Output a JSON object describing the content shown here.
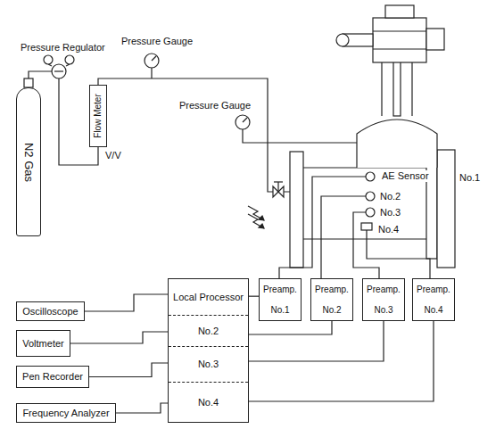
{
  "diagram": {
    "nodes": [
      {
        "text": [
          "N2 Gas"
        ]
      },
      {
        "text": [
          "Flow Meter"
        ]
      },
      {
        "text": [
          "Preamp.",
          "No.1"
        ]
      },
      {
        "text": [
          "Preamp.",
          "No.2"
        ]
      },
      {
        "text": [
          "Preamp.",
          "No.3"
        ]
      },
      {
        "text": [
          "Preamp.",
          "No.4"
        ]
      },
      {
        "text": [
          "Oscilloscope"
        ]
      },
      {
        "text": [
          "Local Processor",
          "No.2",
          "No.3",
          "No.4"
        ]
      },
      {
        "text": [
          "Voltmeter"
        ]
      },
      {
        "text": [
          "Pen Recorder"
        ]
      },
      {
        "text": [
          "Frequency Analyzer"
        ]
      }
    ],
    "edges": [
      {
        "from": 0,
        "to": 1,
        "arrow": "none"
      },
      {
        "from": 2,
        "to": 7,
        "arrow": "none"
      },
      {
        "from": 3,
        "to": 7,
        "arrow": "none"
      },
      {
        "from": 4,
        "to": 7,
        "arrow": "none"
      },
      {
        "from": 5,
        "to": 7,
        "arrow": "none"
      },
      {
        "from": 6,
        "to": 7,
        "arrow": "none"
      },
      {
        "from": 8,
        "to": 7,
        "arrow": "none"
      },
      {
        "from": 9,
        "to": 7,
        "arrow": "none"
      },
      {
        "from": 10,
        "to": 7,
        "arrow": "none"
      }
    ],
    "labels": [
      "Pressure Regulator",
      "Pressure Gauge",
      "Pressure Gauge",
      "V/V",
      "AE Sensor",
      "No.1",
      "No.2",
      "No.3",
      "No.4"
    ]
  }
}
